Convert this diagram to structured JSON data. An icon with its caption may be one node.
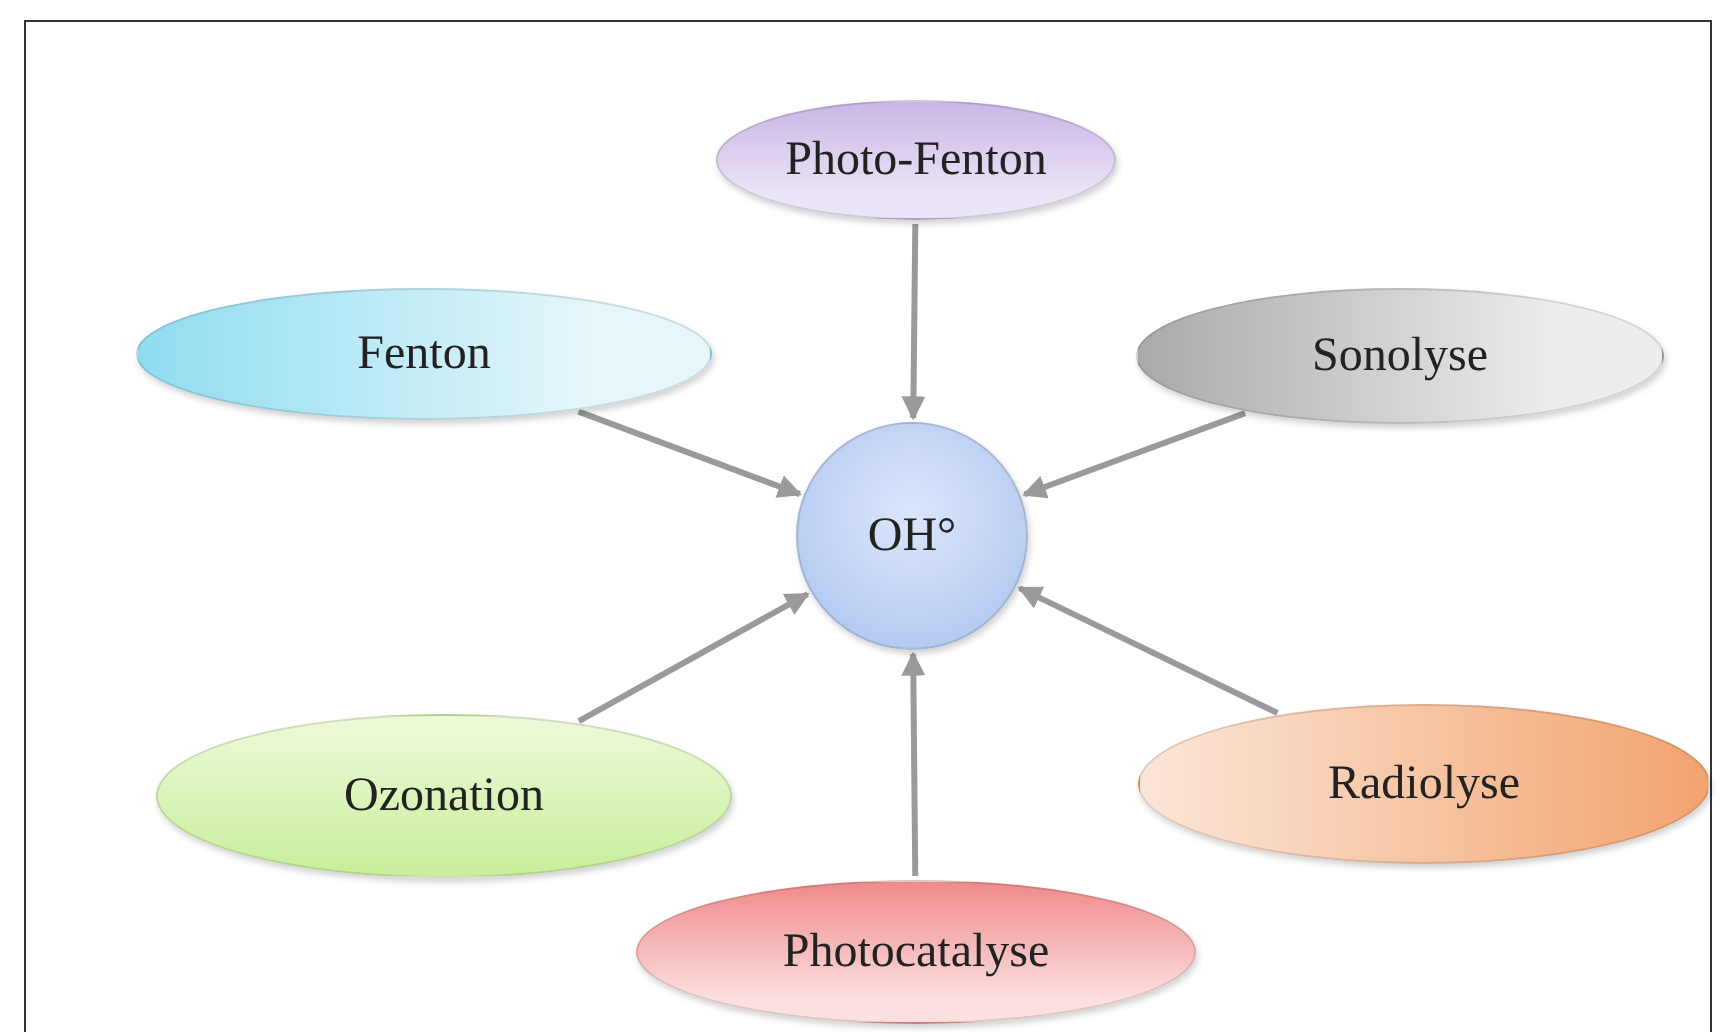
{
  "diagram": {
    "nodes": [
      {
        "text": [
          "Photo-Fenton"
        ]
      },
      {
        "text": [
          "Fenton"
        ]
      },
      {
        "text": [
          "Sonolyse"
        ]
      },
      {
        "text": [
          "OH°"
        ]
      },
      {
        "text": [
          "Ozonation"
        ]
      },
      {
        "text": [
          "Radiolyse"
        ]
      },
      {
        "text": [
          "Photocatalyse"
        ]
      }
    ],
    "edges": [
      {
        "from": 0,
        "to": 3,
        "arrow": "to"
      },
      {
        "from": 1,
        "to": 3,
        "arrow": "to"
      },
      {
        "from": 2,
        "to": 3,
        "arrow": "to"
      },
      {
        "from": 4,
        "to": 3,
        "arrow": "to"
      },
      {
        "from": 5,
        "to": 3,
        "arrow": "to"
      },
      {
        "from": 6,
        "to": 3,
        "arrow": "to"
      }
    ]
  }
}
